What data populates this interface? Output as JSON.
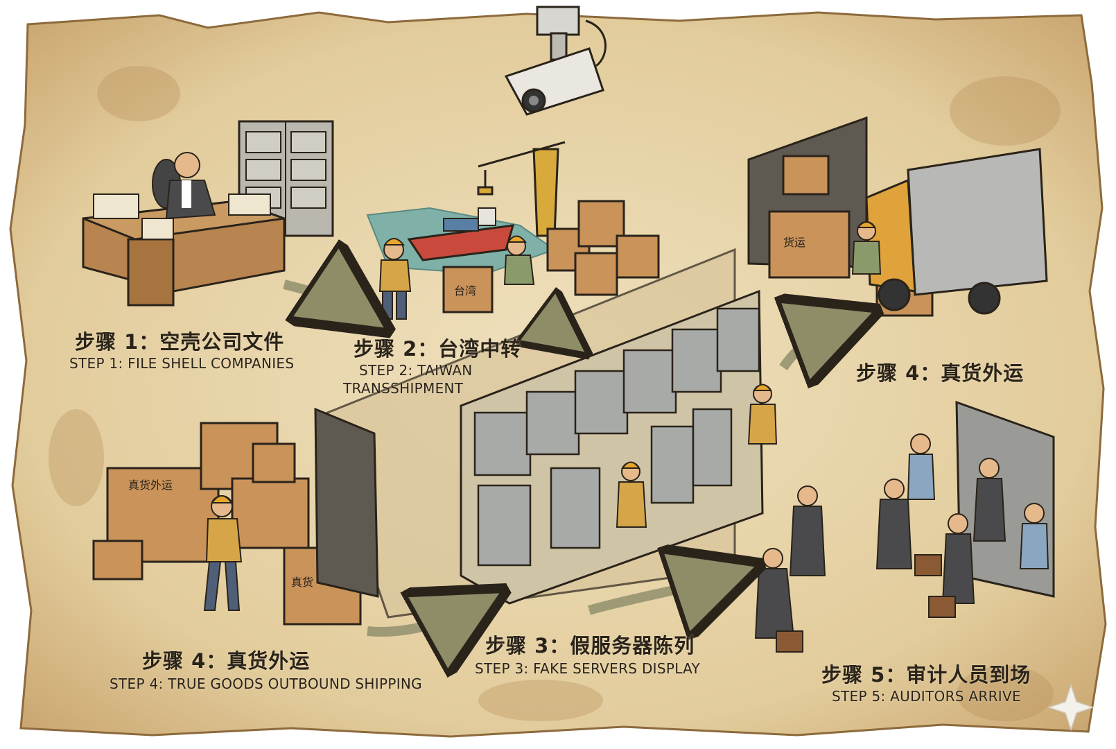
{
  "palette": {
    "parchment": "#e9d8b1",
    "parchment_dark": "#c9a56f",
    "ink": "#2a231a",
    "crate": "#c9935a",
    "worker_shirt": "#d6a548",
    "hard_hat": "#e6a62b",
    "suit": "#4a4a4c",
    "server": "#a8aaa8",
    "water": "#7fb1a8",
    "truck_cab": "#e0a23a",
    "arrow": "#9d9a75"
  },
  "icons": {
    "camera": "security-camera-icon",
    "sparkle": "sparkle-icon",
    "crane": "crane-icon",
    "ship": "cargo-ship-icon",
    "truck": "truck-icon"
  },
  "steps": [
    {
      "cn": "步骤 1：空壳公司文件",
      "en": "STEP 1: FILE SHELL COMPANIES"
    },
    {
      "cn": "步骤 2：台湾中转",
      "en1": "STEP 2: TAIWAN",
      "en2": "TRANSSHIPMENT"
    },
    {
      "cn": "步骤 4：真货外运"
    },
    {
      "cn": "步骤 4：真货外运",
      "en": "STEP 4: TRUE GOODS OUTBOUND SHIPPING"
    },
    {
      "cn": "步骤 3：假服务器陈列",
      "en": "STEP 3: FAKE SERVERS DISPLAY"
    },
    {
      "cn": "步骤 5：审计人员到场",
      "en": "STEP 5: AUDITORS ARRIVE"
    }
  ],
  "crate_labels": {
    "crate_a": "真货外运",
    "crate_b": "真货",
    "crate_c": "台湾",
    "crate_d": "货运"
  }
}
